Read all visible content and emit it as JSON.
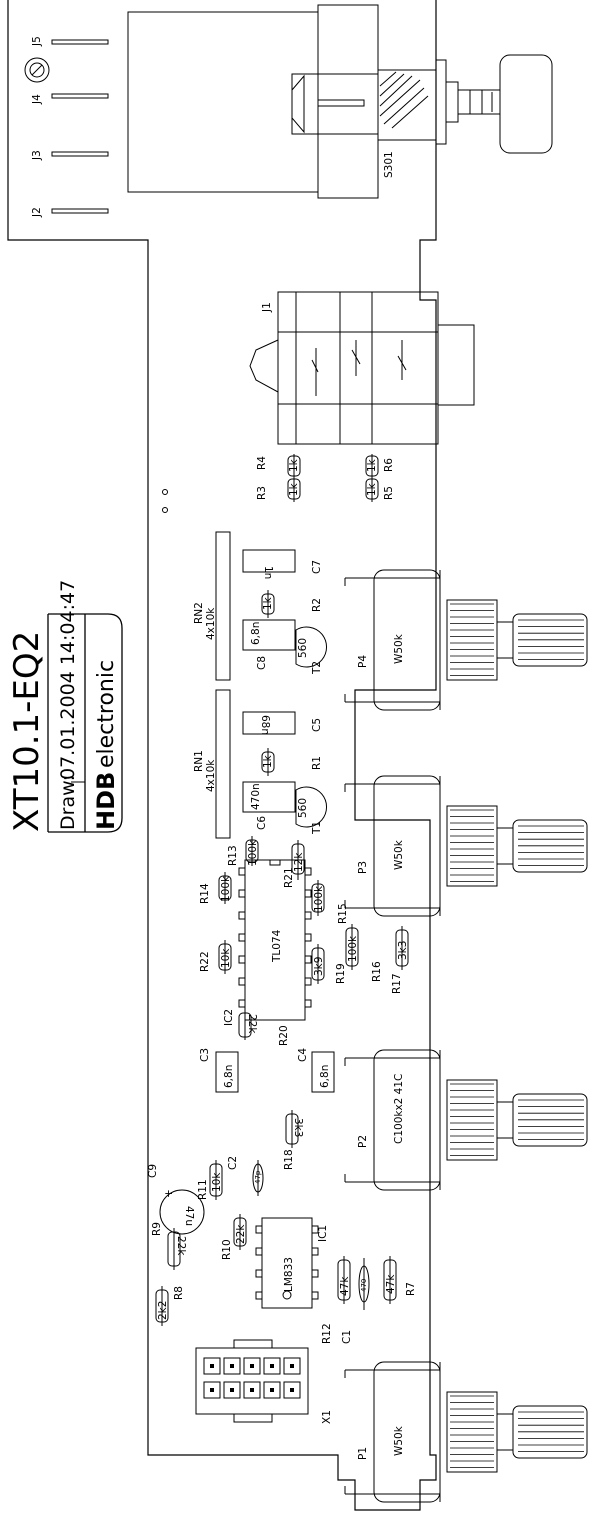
{
  "title_block": {
    "title": "XT10.1-EQ2",
    "draw_label": "Draw:",
    "draw_datetime": "07.01.2004 14:04:47",
    "logo": "HDB",
    "company": "electronic"
  },
  "connectors": {
    "j2": "J2",
    "j3": "J3",
    "j4": "J4",
    "j5": "J5",
    "j1": "J1",
    "s301": "S301",
    "x1": "X1"
  },
  "pots": [
    {
      "ref": "P1",
      "value": "W50k"
    },
    {
      "ref": "P2",
      "value": "C100kx2 41C"
    },
    {
      "ref": "P3",
      "value": "W50k"
    },
    {
      "ref": "P4",
      "value": "W50k"
    }
  ],
  "resistors": {
    "r1": {
      "ref": "R1",
      "value": "1k"
    },
    "r2": {
      "ref": "R2",
      "value": "1k"
    },
    "r3": {
      "ref": "R3",
      "value": "1k"
    },
    "r4": {
      "ref": "R4",
      "value": "1k"
    },
    "r5": {
      "ref": "R5",
      "value": "1k"
    },
    "r6": {
      "ref": "R6",
      "value": "1k"
    },
    "r7": {
      "ref": "R7",
      "value": "47k"
    },
    "r8": {
      "ref": "R8",
      "value": "2k2"
    },
    "r9": {
      "ref": "R9",
      "value": "22k"
    },
    "r10": {
      "ref": "R10",
      "value": "22k"
    },
    "r11": {
      "ref": "R11",
      "value": "10k"
    },
    "r12": {
      "ref": "R12",
      "value": "47k"
    },
    "r13": {
      "ref": "R13",
      "value": "100k"
    },
    "r14": {
      "ref": "R14",
      "value": "100k"
    },
    "r15": {
      "ref": "R15",
      "value": "100k"
    },
    "r16": {
      "ref": "R16",
      "value": "100k"
    },
    "r17": {
      "ref": "R17",
      "value": "3k3"
    },
    "r18": {
      "ref": "R18",
      "value": "3k3"
    },
    "r19": {
      "ref": "R19",
      "value": "3k9"
    },
    "r20": {
      "ref": "R20",
      "value": "22k"
    },
    "r21": {
      "ref": "R21",
      "value": "12k"
    },
    "r22": {
      "ref": "R22",
      "value": "10k"
    }
  },
  "capacitors": {
    "c1": {
      "ref": "C1",
      "value": "470"
    },
    "c2": {
      "ref": "C2",
      "value": "47p"
    },
    "c3": {
      "ref": "C3",
      "value": "6,8n"
    },
    "c4": {
      "ref": "C4",
      "value": "6,8n"
    },
    "c5": {
      "ref": "C5",
      "value": "68n"
    },
    "c6": {
      "ref": "C6",
      "value": "470n"
    },
    "c7": {
      "ref": "C7",
      "value": "1n"
    },
    "c8": {
      "ref": "C8",
      "value": "6,8n"
    },
    "c9": {
      "ref": "C9",
      "value": "47u"
    }
  },
  "ics": {
    "ic1": {
      "ref": "IC1",
      "value": "LM833"
    },
    "ic2": {
      "ref": "IC2",
      "value": "TL074"
    }
  },
  "networks": {
    "rn1": {
      "ref": "RN1",
      "value": "4x10k"
    },
    "rn2": {
      "ref": "RN2",
      "value": "4x10k"
    }
  },
  "transistors": {
    "t1": {
      "ref": "T1",
      "value": "560"
    },
    "t2": {
      "ref": "T2",
      "value": "560"
    }
  }
}
